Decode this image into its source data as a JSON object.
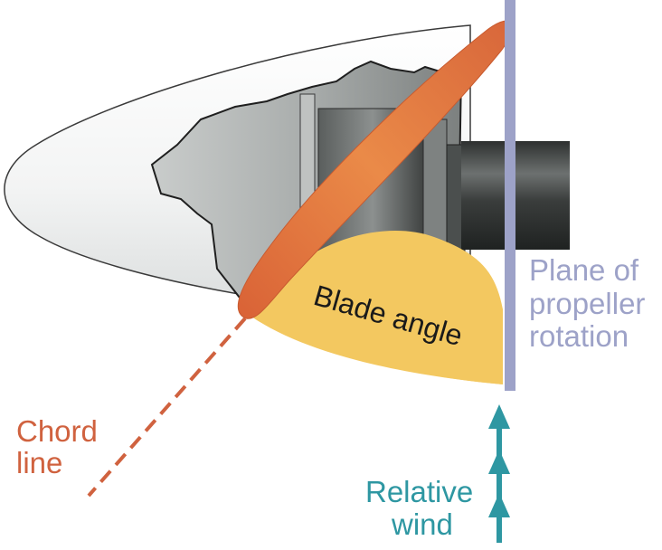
{
  "labels": {
    "blade_angle": "Blade angle",
    "plane_of_rotation": [
      "Plane of",
      "propeller",
      "rotation"
    ],
    "chord_line": [
      "Chord",
      "line"
    ],
    "relative_wind": [
      "Relative",
      "wind"
    ]
  },
  "colors": {
    "blade": "#e0703c",
    "blade_angle_band": "#f3c860",
    "chord_line": "#d0623f",
    "plane_of_rotation": "#9da2c8",
    "relative_wind": "#2e97a2",
    "spinner_outline": "#3a3a3a",
    "shaft": "#3e413f"
  }
}
